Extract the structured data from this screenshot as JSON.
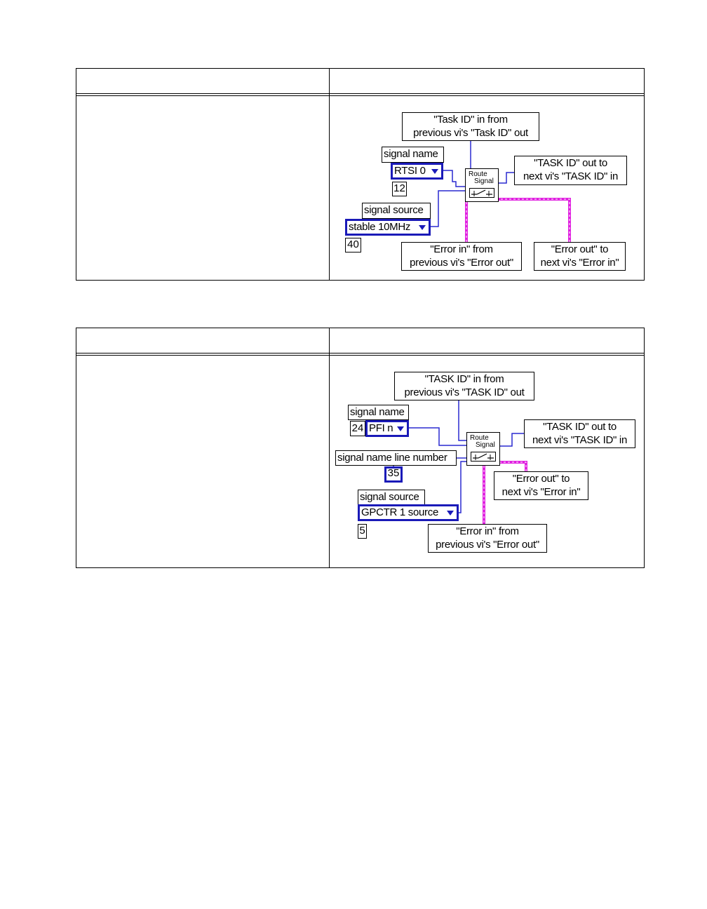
{
  "diagram1": {
    "task_in": [
      "\"Task ID\" in from",
      "previous vi's \"Task ID\" out"
    ],
    "signal_name_label": "signal name",
    "signal_name_value": "RTSI 0",
    "signal_name_code": "12",
    "route_signal": [
      "Route",
      "Signal"
    ],
    "task_out": [
      "\"TASK ID\" out to",
      "next vi's \"TASK ID\" in"
    ],
    "signal_source_label": "signal source",
    "signal_source_value": "stable 10MHz",
    "signal_source_code": "40",
    "error_in": [
      "\"Error in\" from",
      "previous vi's \"Error out\""
    ],
    "error_out": [
      "\"Error out\" to",
      "next vi's \"Error in\""
    ]
  },
  "diagram2": {
    "task_in": [
      "\"TASK ID\" in from",
      "previous vi's \"TASK ID\" out"
    ],
    "signal_name_label": "signal name",
    "signal_name_code": "24",
    "signal_name_value": "PFI n",
    "line_number_label": "signal name line number",
    "line_number_value": "35",
    "route_signal": [
      "Route",
      "Signal"
    ],
    "task_out": [
      "\"TASK ID\" out to",
      "next vi's \"TASK ID\" in"
    ],
    "error_out": [
      "\"Error out\" to",
      "next vi's \"Error in\""
    ],
    "signal_source_label": "signal source",
    "signal_source_value": "GPCTR 1 source",
    "signal_source_code": "5",
    "error_in": [
      "\"Error in\" from",
      "previous vi's \"Error out\""
    ]
  },
  "colors": {
    "control_border": "#1a1ab8",
    "task_wire": "#2a2ad0",
    "error_wire": "#e020e0"
  }
}
